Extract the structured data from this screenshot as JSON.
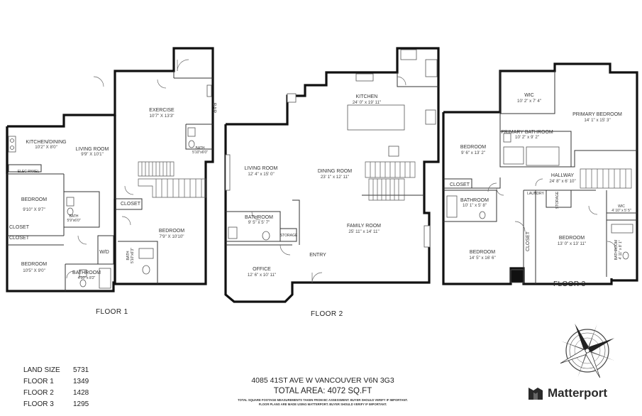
{
  "floors": [
    {
      "name": "FLOOR 1",
      "rooms": [
        {
          "name": "KITCHEN/DINING",
          "dims": "10'2\" X 8'0\""
        },
        {
          "name": "LIVING ROOM",
          "dims": "9'9\" X 10'1\""
        },
        {
          "name": "EXERCISE",
          "dims": "10'7\" X 13'3\""
        },
        {
          "name": "BAR",
          "dims": ""
        },
        {
          "name": "BATH",
          "dims": "5'10\" x 6'0\""
        },
        {
          "name": "BEDROOM",
          "dims": "9'10\" X 9'7\""
        },
        {
          "name": "BATH",
          "dims": "5'9\" x 6'0\""
        },
        {
          "name": "CLOSET",
          "dims": ""
        },
        {
          "name": "BEDROOM",
          "dims": "10'5\" X 9'0\""
        },
        {
          "name": "BATHROOM",
          "dims": "4'10\" x 8'2\""
        },
        {
          "name": "W/D",
          "dims": ""
        },
        {
          "name": "CLOSET",
          "dims": ""
        },
        {
          "name": "BEDROOM",
          "dims": "7'9\" X 10'10\""
        },
        {
          "name": "BATH",
          "dims": "5'10\" x 6'3\""
        },
        {
          "name": "ELEC PANEL",
          "dims": ""
        }
      ]
    },
    {
      "name": "FLOOR 2",
      "rooms": [
        {
          "name": "KITCHEN",
          "dims": "24' 0\" x 19' 11\""
        },
        {
          "name": "LIVING ROOM",
          "dims": "12' 4\" x 15' 0\""
        },
        {
          "name": "DINING ROOM",
          "dims": "23' 1\" x 12' 11\""
        },
        {
          "name": "BATHROOM",
          "dims": "9' 5\" x 5' 7\""
        },
        {
          "name": "STORAGE",
          "dims": ""
        },
        {
          "name": "FAMILY ROOM",
          "dims": "25' 11\" x 14' 11\""
        },
        {
          "name": "OFFICE",
          "dims": "12' 6\" x 10' 11\""
        },
        {
          "name": "ENTRY",
          "dims": ""
        }
      ]
    },
    {
      "name": "FLOOR 3",
      "rooms": [
        {
          "name": "WIC",
          "dims": "10' 2\" x 7' 4\""
        },
        {
          "name": "PRIMARY BEDROOM",
          "dims": "14' 1\" x 15' 3\""
        },
        {
          "name": "PRIMARY BATHROOM",
          "dims": "10' 2\" x 9' 2\""
        },
        {
          "name": "BEDROOM",
          "dims": "9' 6\" x 13' 2\""
        },
        {
          "name": "CLOSET",
          "dims": ""
        },
        {
          "name": "HALLWAY",
          "dims": "24' 8\" x 6' 10\""
        },
        {
          "name": "BATHROOM",
          "dims": "10' 1\" x 5' 8\""
        },
        {
          "name": "LAUNDRY",
          "dims": ""
        },
        {
          "name": "STORAGE",
          "dims": ""
        },
        {
          "name": "WIC",
          "dims": "4' 10\" x 5' 5\""
        },
        {
          "name": "CLOSET",
          "dims": ""
        },
        {
          "name": "BEDROOM",
          "dims": "14' 5\" x 16' 6\""
        },
        {
          "name": "BEDROOM",
          "dims": "13' 0\" x 13' 11\""
        },
        {
          "name": "BATHROOM",
          "dims": "4' 11\" x 8' 1\""
        }
      ]
    }
  ],
  "stats": [
    {
      "label": "LAND SIZE",
      "value": "5731"
    },
    {
      "label": "FLOOR 1",
      "value": "1349"
    },
    {
      "label": "FLOOR 2",
      "value": "1428"
    },
    {
      "label": "FLOOR 3",
      "value": "1295"
    }
  ],
  "address": "4085 41ST AVE W VANCOUVER V6N 3G3",
  "total_area": "TOTAL AREA: 4072 SQ.FT",
  "disclaimer_1": "TOTAL SQUARE FOOTAGE MEASUREMENTS TAKEN FROM BC ASSESSMENT. BUYER SHOULD VERIFY IF IMPORTANT.",
  "disclaimer_2": "FLOOR PLANS ARE MADE USING MATTERPORT. BUYER SHOULD VERIFY IF IMPORTANT.",
  "brand": "Matterport",
  "compass_icon": "compass-rose-icon",
  "colors": {
    "wall": "#111111",
    "text": "#222222",
    "background": "#ffffff"
  }
}
